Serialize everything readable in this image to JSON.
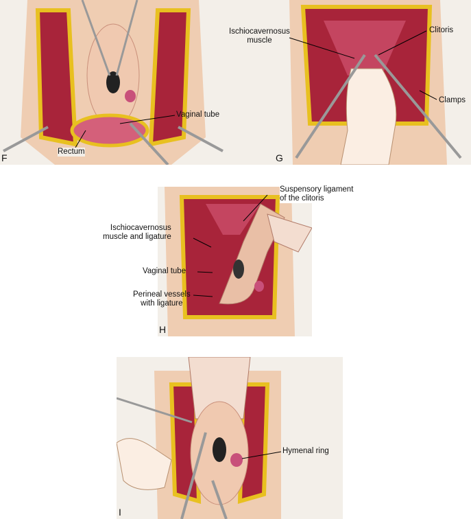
{
  "panels": [
    {
      "letter": "F",
      "labels": {
        "vaginal_tube": "Vaginal tube",
        "rectum": "Rectum"
      }
    },
    {
      "letter": "G",
      "labels": {
        "ischio": "Ischiocavernosus\nmuscle",
        "ischio_l1": "Ischiocavernosus",
        "ischio_l2": "muscle",
        "clitoris": "Clitoris",
        "clamps": "Clamps"
      }
    },
    {
      "letter": "H",
      "labels": {
        "susp_l1": "Suspensory ligament",
        "susp_l2": "of the clitoris",
        "ischio_l1": "Ischiocavernosus",
        "ischio_l2": "muscle and ligature",
        "vaginal_tube": "Vaginal tube",
        "perineal_l1": "Perineal vessels",
        "perineal_l2": "with ligature"
      }
    },
    {
      "letter": "I",
      "labels": {
        "hymenal_ring": "Hymenal ring"
      }
    }
  ],
  "colors": {
    "skin": "#f2d2b8",
    "muscle": "#a8243a",
    "fat": "#e8c020",
    "bg": "#f3efe9"
  }
}
